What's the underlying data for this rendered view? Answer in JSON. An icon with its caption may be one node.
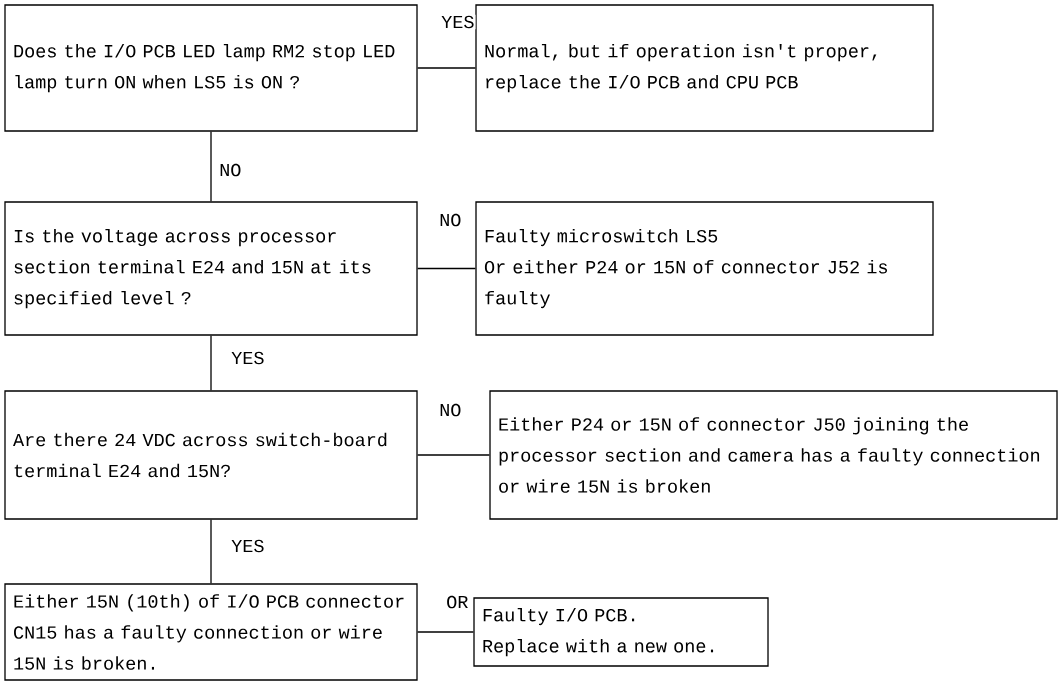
{
  "diagram": {
    "nodes": [
      {
        "text": [
          "Does the I/O PCB LED lamp RM2 stop LED lamp turn ON when LS5 is ON ?"
        ]
      },
      {
        "text": [
          "Normal, but if operation isn't proper, replace the I/O PCB and CPU PCB"
        ]
      },
      {
        "text": [
          "Is the voltage across processor section terminal E24 and 15N at its specified level ?"
        ]
      },
      {
        "text": [
          "Faulty microswitch LS5",
          "Or either P24 or 15N of connector J52 is faulty"
        ]
      },
      {
        "text": [
          "Are there 24 VDC across switch-board terminal E24 and 15N?"
        ]
      },
      {
        "text": [
          "Either P24 or 15N of connector J50 joining the processor section and camera has a faulty connection or wire 15N is broken"
        ]
      },
      {
        "text": [
          "Either 15N (10th) of I/O PCB connector CN15 has a faulty connection or wire 15N is broken."
        ]
      },
      {
        "text": [
          "Faulty I/O PCB.",
          "Replace with a new one."
        ]
      }
    ],
    "edges": [
      {
        "from": 0,
        "to": 1,
        "arrow": "none",
        "label": "YES"
      },
      {
        "from": 0,
        "to": 2,
        "arrow": "none",
        "label": "NO"
      },
      {
        "from": 2,
        "to": 3,
        "arrow": "none",
        "label": "NO"
      },
      {
        "from": 2,
        "to": 4,
        "arrow": "none",
        "label": "YES"
      },
      {
        "from": 4,
        "to": 5,
        "arrow": "none",
        "label": "NO"
      },
      {
        "from": 4,
        "to": 6,
        "arrow": "none",
        "label": "YES"
      },
      {
        "from": 6,
        "to": 7,
        "arrow": "none",
        "label": "OR"
      }
    ]
  }
}
